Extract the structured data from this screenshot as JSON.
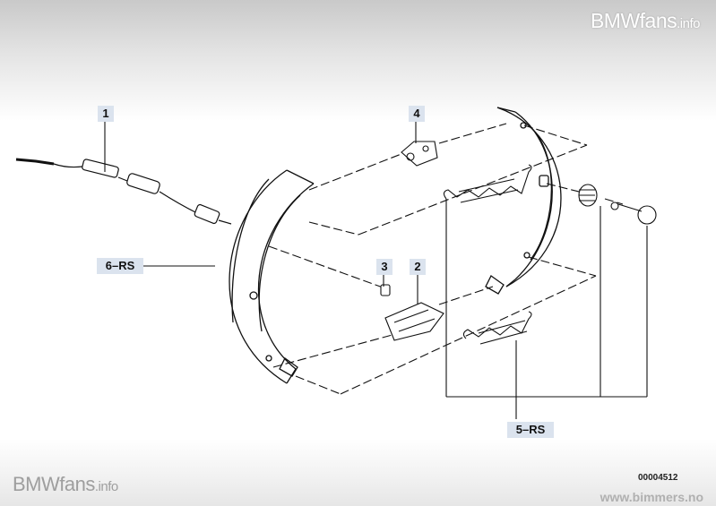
{
  "watermark_top": {
    "brand": "BMWfans",
    "suffix": ".info"
  },
  "watermark_bottom": {
    "brand": "BMWfans",
    "suffix": ".info"
  },
  "diagram_number": "00004512",
  "site_url": "www.bimmers.no",
  "part_labels": {
    "p1": "1",
    "p2": "2",
    "p3": "3",
    "p4": "4",
    "p5": "5–RS",
    "p6": "6–RS"
  },
  "colors": {
    "label_bg": "#dbe3ee",
    "line": "#111111",
    "band": "#d0d0d0"
  }
}
